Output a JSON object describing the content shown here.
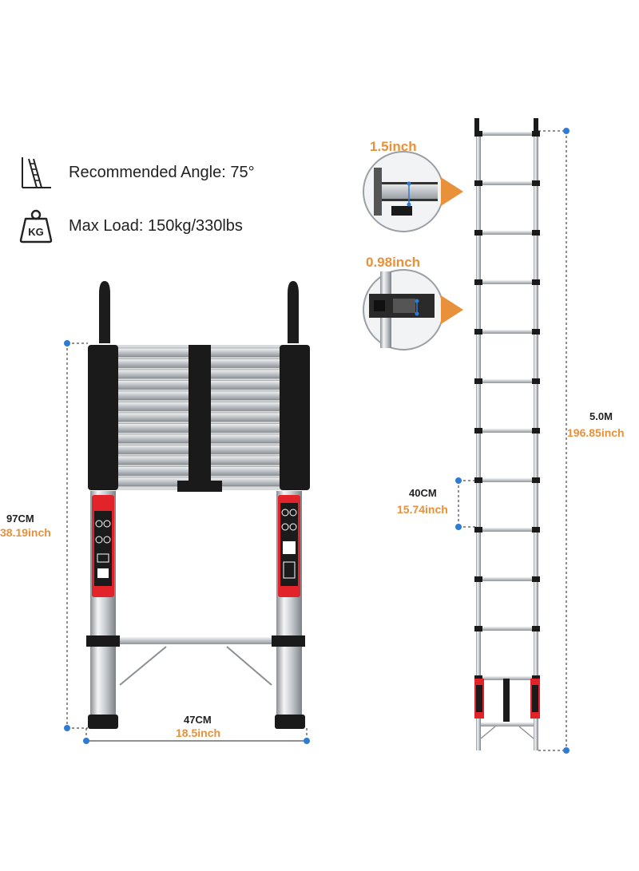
{
  "specs": {
    "angle": {
      "text": "Recommended Angle: 75°",
      "icon": "ladder-angle-icon"
    },
    "load": {
      "text": "Max Load: 150kg/330lbs",
      "icon": "weight-icon",
      "icon_label": "KG"
    }
  },
  "dimensions": {
    "collapsed_height_cm": "97CM",
    "collapsed_height_in": "38.19inch",
    "width_cm": "47CM",
    "width_in": "18.5inch",
    "extended_height_m": "5.0M",
    "extended_height_in": "196.85inch",
    "rung_spacing_cm": "40CM",
    "rung_spacing_in": "15.74inch",
    "rung_depth_in": "1.5inch",
    "rung_gap_in": "0.98inch"
  },
  "colors": {
    "accent": "#e8903a",
    "marker": "#2e7bd6",
    "safety_red": "#e2232a"
  }
}
